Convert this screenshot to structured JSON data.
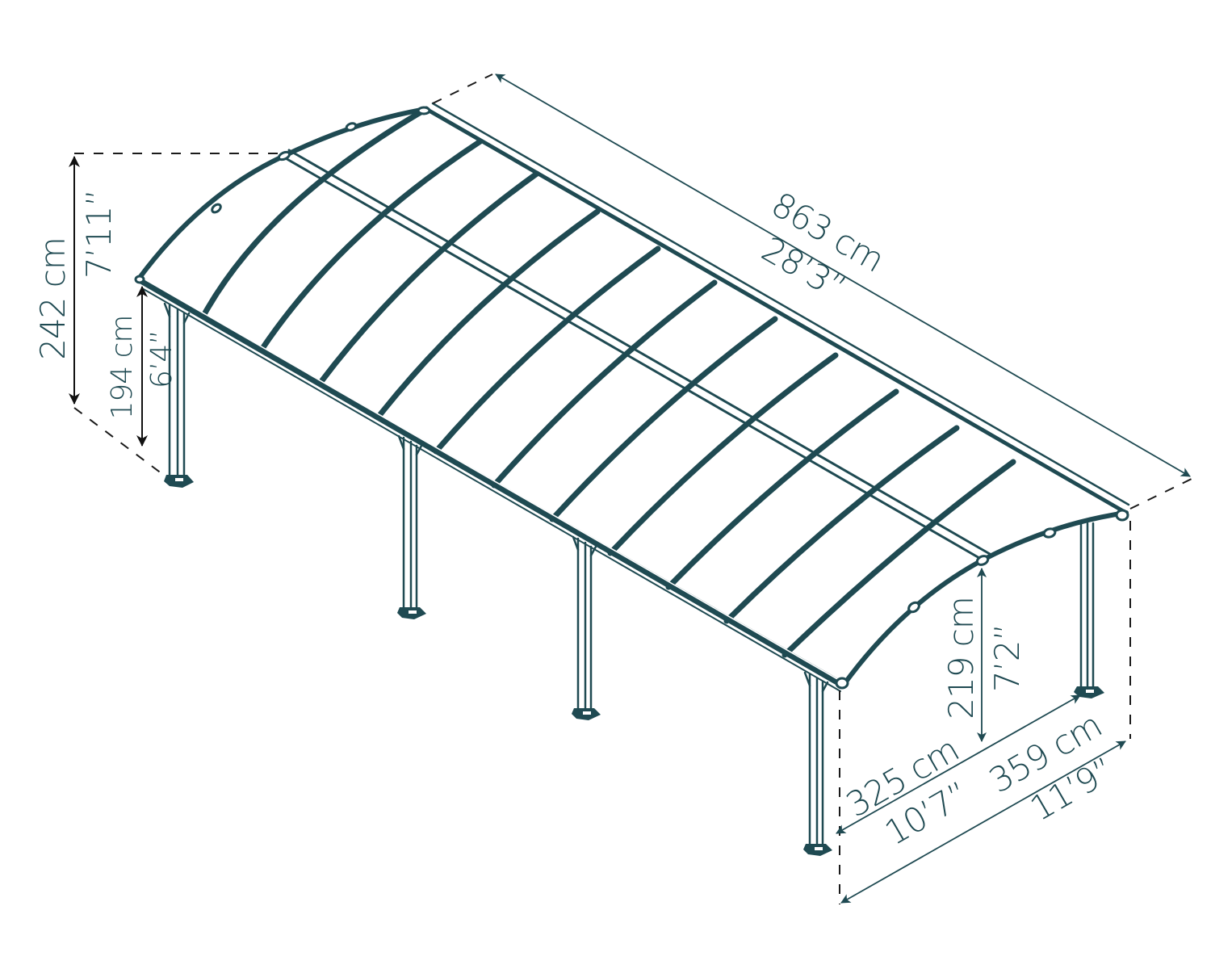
{
  "diagram": {
    "subject": "Arched carport / patio cover, isometric technical drawing",
    "colors": {
      "frame": "#1f4a52",
      "dimension_text": "#1f4a52",
      "dashed_guides": "#1a1a1a",
      "background": "#ffffff"
    },
    "dimensions": {
      "length": {
        "metric": "863 cm",
        "imperial": "28’3”"
      },
      "total_height": {
        "metric": "242 cm",
        "imperial": "7’11”"
      },
      "side_height": {
        "metric": "194 cm",
        "imperial": "6’4”"
      },
      "clearance_height": {
        "metric": "219 cm",
        "imperial": "7’2”"
      },
      "post_width": {
        "metric": "325 cm",
        "imperial": "10’7”"
      },
      "total_width": {
        "metric": "359 cm",
        "imperial": "11’9”"
      }
    },
    "structure": {
      "posts_front_side": 4,
      "posts_back_end": 1,
      "roof_ribs": 12
    }
  }
}
